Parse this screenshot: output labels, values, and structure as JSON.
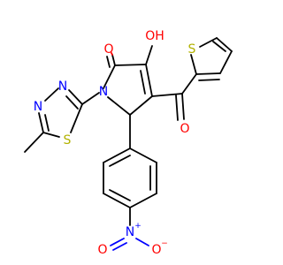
{
  "molecule": {
    "colors": {
      "carbon_bond": "#000000",
      "oxygen": "#ff0000",
      "nitrogen": "#0000ff",
      "sulfur": "#b2b200"
    },
    "atom_labels": {
      "ketone_o_ring": "O",
      "hydroxyl": "OH",
      "ketone_o_acyl": "O",
      "thiophene_s": "S",
      "pyrrole_n": "N",
      "thiadiazole_n1": "N",
      "thiadiazole_n2": "N",
      "thiadiazole_s": "S",
      "nitro_n": "N",
      "nitro_o_left": "O",
      "nitro_o_right": "O"
    },
    "charges": {
      "nitro_n_plus": "+",
      "nitro_o_minus": "−"
    }
  }
}
